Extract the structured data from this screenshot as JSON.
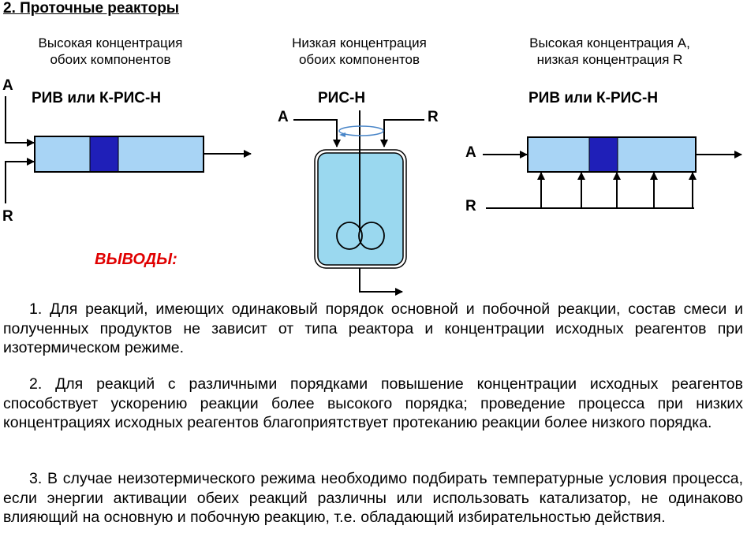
{
  "title": "2. Проточные реакторы",
  "panels": [
    {
      "caption_line1": "Высокая концентрация",
      "caption_line2": "обоих компонентов",
      "reactor_label": "РИВ или К-РИС-Н",
      "input_a": "A",
      "input_r": "R"
    },
    {
      "caption_line1": "Низкая концентрация",
      "caption_line2": "обоих компонентов",
      "reactor_label": "РИС-Н",
      "input_a": "A",
      "input_r": "R"
    },
    {
      "caption_line1": "Высокая концентрация А,",
      "caption_line2": "низкая концентрация R",
      "reactor_label": "РИВ или К-РИС-Н",
      "input_a": "A",
      "input_r": "R"
    }
  ],
  "conclusions_heading": "ВЫВОДЫ:",
  "paragraphs": [
    "1. Для реакций, имеющих одинаковый порядок основной и побочной реакции, состав смеси и полученных продуктов не зависит от типа реактора и концентрации исходных реагентов при изотермическом режиме.",
    "2. Для реакций с различными порядками повышение концентрации исходных реагентов способствует ускорению реакции более высокого порядка; проведение процесса при низких концентрациях исходных реагентов благоприятствует протеканию реакции более низкого порядка.",
    "3. В случае неизотермического режима необходимо подбирать температурные условия процесса, если энергии активации обеих реакций различны или использовать катализатор, не одинаково влияющий на основную и побочную реакцию, т.е. обладающий избирательностью действия."
  ],
  "colors": {
    "tube_fill": "#a8d4f5",
    "slice_fill": "#1f1fb8",
    "vessel_fill": "#9ad8ef",
    "stroke": "#000000",
    "conclusions": "#e00000"
  }
}
